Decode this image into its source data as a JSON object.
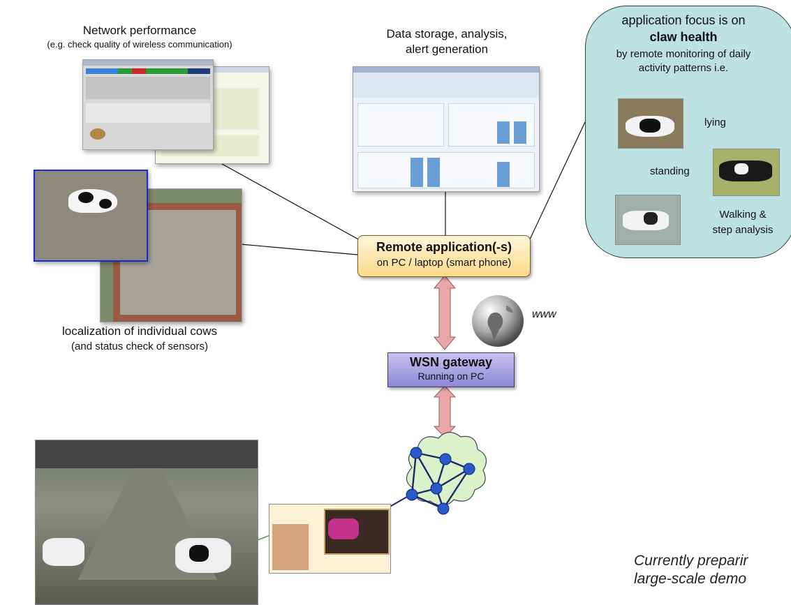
{
  "network": {
    "title": "Network performance",
    "subtitle": "(e.g. check quality of wireless communication)"
  },
  "storage": {
    "line1": "Data storage, analysis,",
    "line2": "alert generation"
  },
  "claw_panel": {
    "line1": "application focus is on",
    "focus": "claw health",
    "line2": "by remote monitoring of daily",
    "line3": "activity patterns i.e.",
    "lying": "lying",
    "standing": "standing",
    "walking1": "Walking &",
    "walking2": "step analysis"
  },
  "remote_app": {
    "title": "Remote application(-s)",
    "subtitle": "on PC / laptop (smart phone)"
  },
  "localization": {
    "line1": "localization of individual cows",
    "line2": "(and status check of sensors)"
  },
  "www": "www",
  "gateway": {
    "title": "WSN gateway",
    "subtitle": "Running on PC"
  },
  "demo_note": {
    "line1": "Currently preparir",
    "line2": "large-scale demo"
  },
  "colors": {
    "remote_box": "#fcd98a",
    "gateway_box": "#8e86d6",
    "claw_panel": "#bde1e1",
    "arrow": "#e9a7a7",
    "node": "#2a59c9",
    "cloud": "#d9f2c9"
  }
}
